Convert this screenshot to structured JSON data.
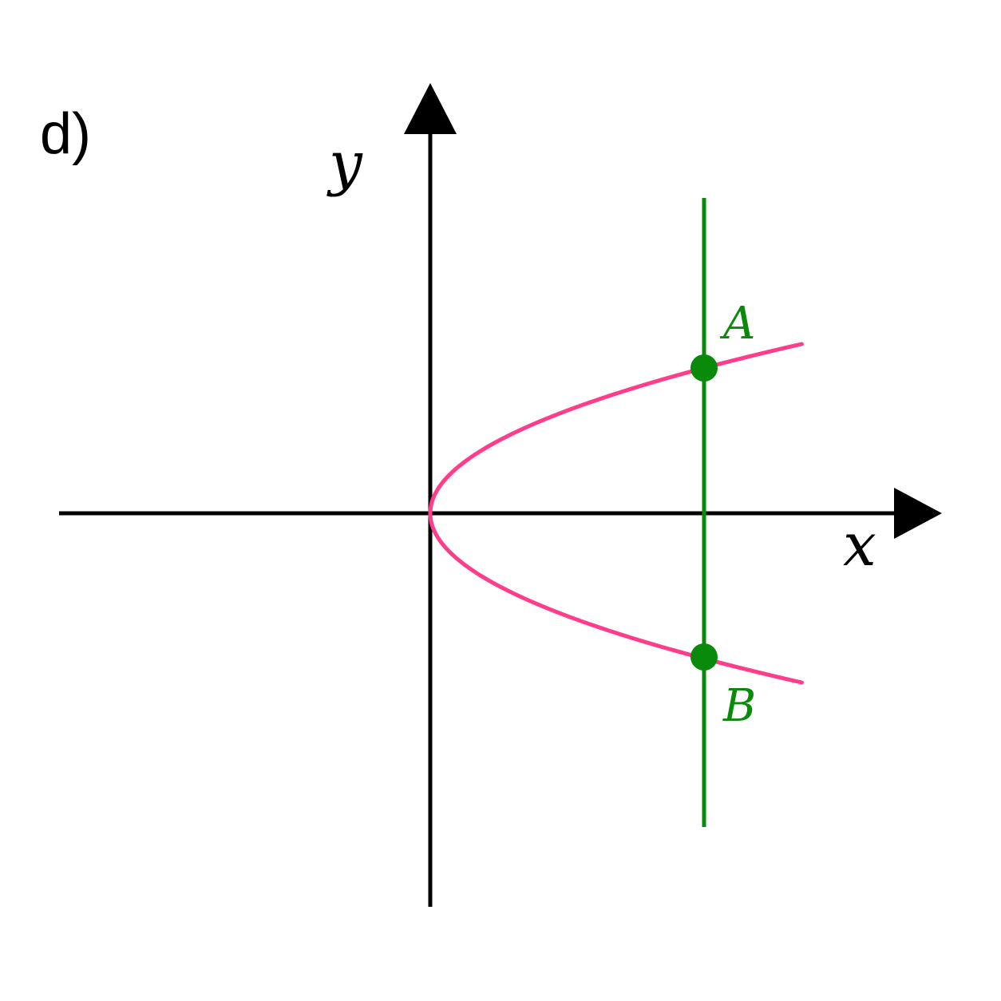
{
  "panel_label": "d)",
  "axes": {
    "x_label": "x",
    "y_label": "y"
  },
  "points": {
    "a_label": "A",
    "b_label": "B"
  },
  "colors": {
    "axes": "#000000",
    "curve": "#ff3d8b",
    "line": "#0a8a0a",
    "points": "#0a8a0a"
  }
}
